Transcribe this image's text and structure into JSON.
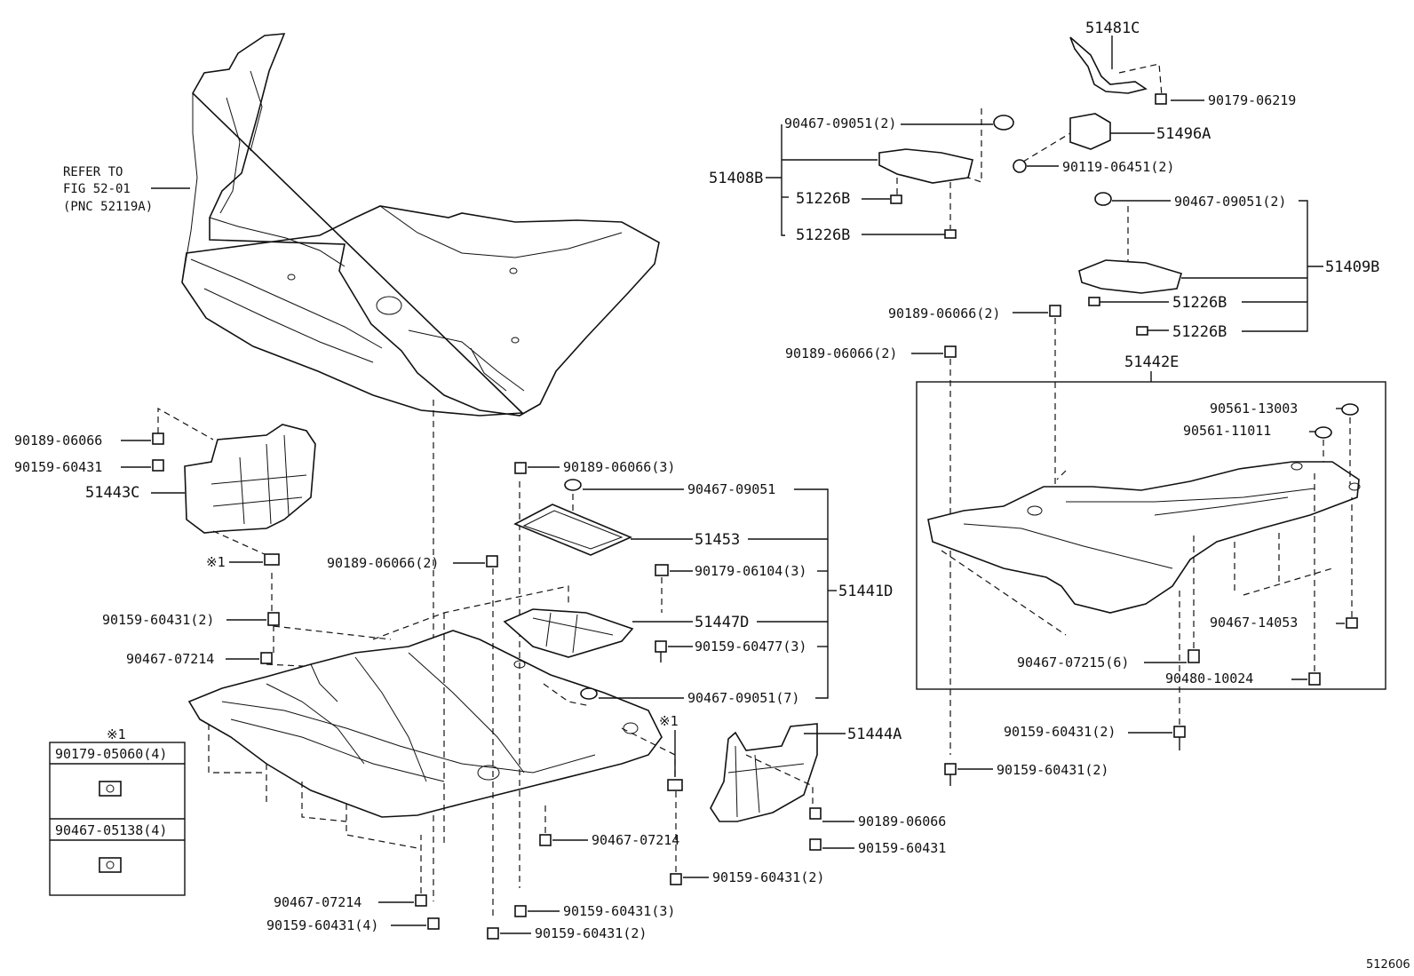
{
  "labels": {
    "refer": [
      "REFER TO",
      "FIG 52-01",
      "(PNC 52119A)"
    ],
    "p51481C": "51481C",
    "p90179_06219": "90179-06219",
    "p90467_09051_2a": "90467-09051(2)",
    "p51496A": "51496A",
    "p51408B": "51408B",
    "p90119_06451_2": "90119-06451(2)",
    "p51226B_1": "51226B",
    "p51226B_2": "51226B",
    "p90467_09051_2b": "90467-09051(2)",
    "p51409B": "51409B",
    "p51226B_3": "51226B",
    "p51226B_4": "51226B",
    "p90189_06066_2a": "90189-06066(2)",
    "p90189_06066_2b": "90189-06066(2)",
    "p51442E": "51442E",
    "p90561_13003": "90561-13003",
    "p90561_11011": "90561-11011",
    "p90467_14053": "90467-14053",
    "p90467_07215_6": "90467-07215(6)",
    "p90480_10024": "90480-10024",
    "p90159_60431_2r1": "90159-60431(2)",
    "p90159_60431_2r2": "90159-60431(2)",
    "p90189_06066_l": "90189-06066",
    "p90159_60431_l": "90159-60431",
    "p51443C": "51443C",
    "x1_note": "※1",
    "p90159_60431_2l": "90159-60431(2)",
    "p90467_07214_a": "90467-07214",
    "p90189_06066_2c": "90189-06066(2)",
    "p90189_06066_3": "90189-06066(3)",
    "p90467_09051": "90467-09051",
    "p51453": "51453",
    "p90179_06104_3": "90179-06104(3)",
    "p51441D": "51441D",
    "p51447D": "51447D",
    "p90159_60477_3": "90159-60477(3)",
    "p90467_09051_7": "90467-09051(7)",
    "x1_b": "※1",
    "p51444A": "51444A",
    "p90189_06066_m": "90189-06066",
    "p90159_60431_m": "90159-60431",
    "p90467_07214_b": "90467-07214",
    "p90159_60431_2m": "90159-60431(2)",
    "p90467_07214_c": "90467-07214",
    "p90159_60431_3": "90159-60431(3)",
    "p90159_60431_4": "90159-60431(4)",
    "p90159_60431_2b": "90159-60431(2)",
    "legend_title": "※1",
    "legend_p1": "90179-05060(4)",
    "legend_p2": "90467-05138(4)",
    "fig_no": "512606"
  }
}
